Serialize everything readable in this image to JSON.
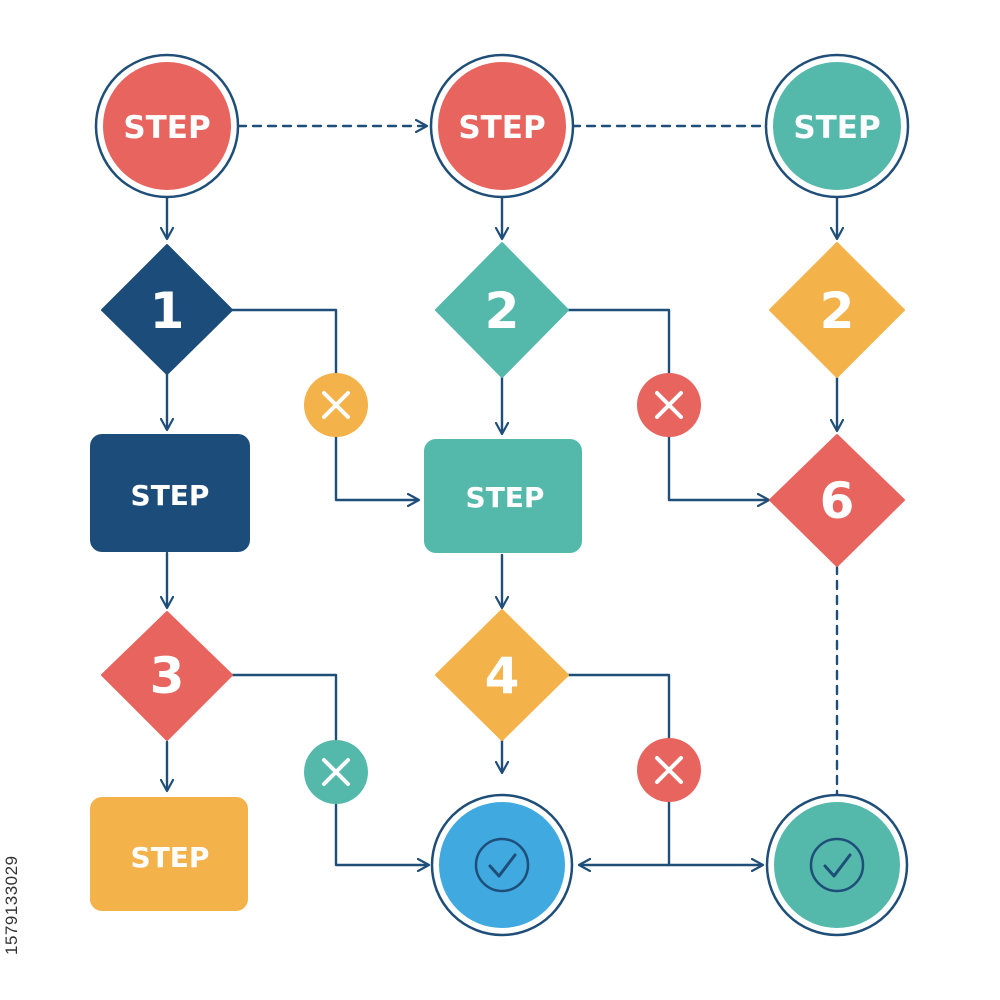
{
  "colors": {
    "outline": "#1f4e79",
    "red": "#e8645e",
    "teal": "#54b9ab",
    "navy": "#1c4d7a",
    "yellow": "#f4b24b",
    "blue": "#3fa9e0",
    "white": "#ffffff"
  },
  "labels": {
    "start_a": "STEP",
    "start_b": "STEP",
    "start_c": "STEP",
    "decision_1": "1",
    "decision_2a": "2",
    "decision_2b": "2",
    "process_a": "STEP",
    "process_b": "STEP",
    "decision_3": "3",
    "decision_4": "4",
    "decision_6": "6",
    "process_c": "STEP"
  },
  "icons": {
    "reject": "x-icon",
    "done": "checkmark-icon"
  },
  "side_text": "1579133029"
}
